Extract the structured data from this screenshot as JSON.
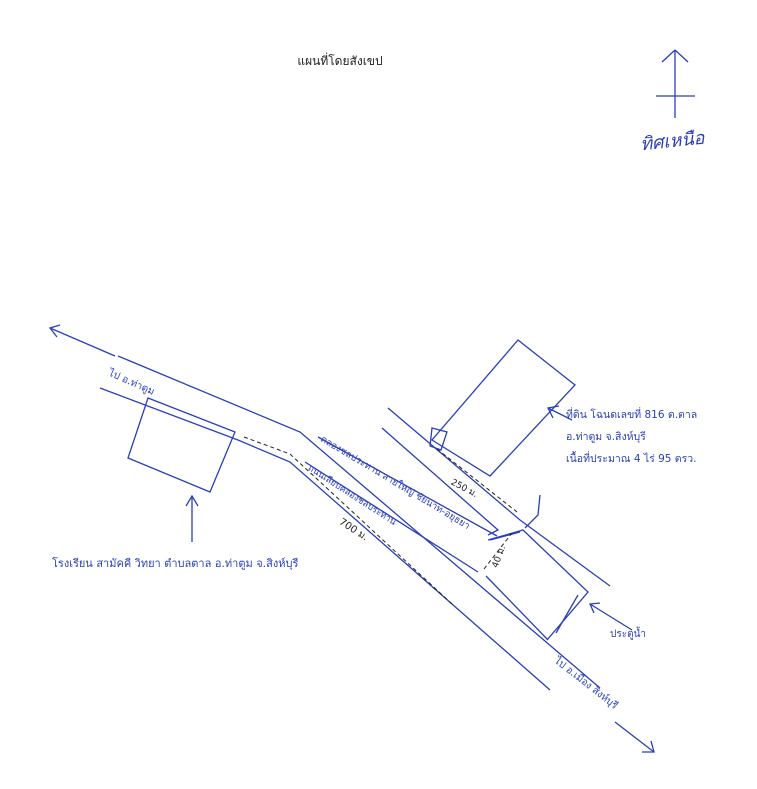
{
  "map": {
    "title": "แผนที่โดยสังเขป",
    "north_label": "ทิศเหนือ",
    "school_label": "โรงเรียน สามัคคี วิทยา    ตำบลตาล  อ.ท่าตูม  จ.สิงห์บุรี",
    "road_top_label": "ไป อ.ท่าตูม",
    "road_bottom_label": "ไป อ.เมือง สิงห์บุรี",
    "canal_label": "คลองชลประทาน สายใหญ่ ชัยนาท-อยุธยา",
    "road_mid_label": "ถนนเลียบคลองชลประทาน",
    "dist_700": "700 ม.",
    "dist_250": "250 ม.",
    "dist_40": "40 ม.",
    "land_lines": [
      "ที่ดิน โฉนดเลขที่ 816  ต.ตาล",
      "อ.ท่าตูม   จ.สิงห์บุรี",
      "เนื้อที่ประมาณ  4  ไร่  95  ตรว."
    ],
    "dam_label": "ประตูน้ำ",
    "ink_color": "#2a3fb8",
    "icons": [
      "north-arrow-icon"
    ]
  }
}
